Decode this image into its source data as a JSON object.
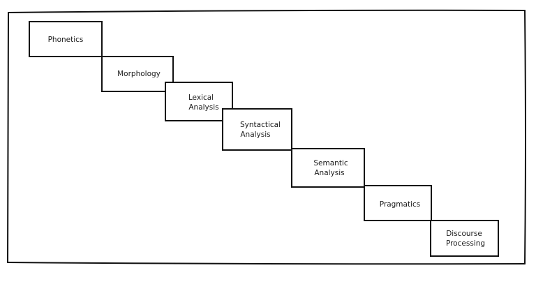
{
  "diagram": {
    "type": "staircase",
    "stages": [
      {
        "lines": [
          "Phonetics"
        ]
      },
      {
        "lines": [
          "Morphology"
        ]
      },
      {
        "lines": [
          "Lexical",
          "Analysis"
        ]
      },
      {
        "lines": [
          "Syntactical",
          "Analysis"
        ]
      },
      {
        "lines": [
          "Semantic",
          "Analysis"
        ]
      },
      {
        "lines": [
          "Pragmatics"
        ]
      },
      {
        "lines": [
          "Discourse",
          "Processing"
        ]
      }
    ]
  }
}
